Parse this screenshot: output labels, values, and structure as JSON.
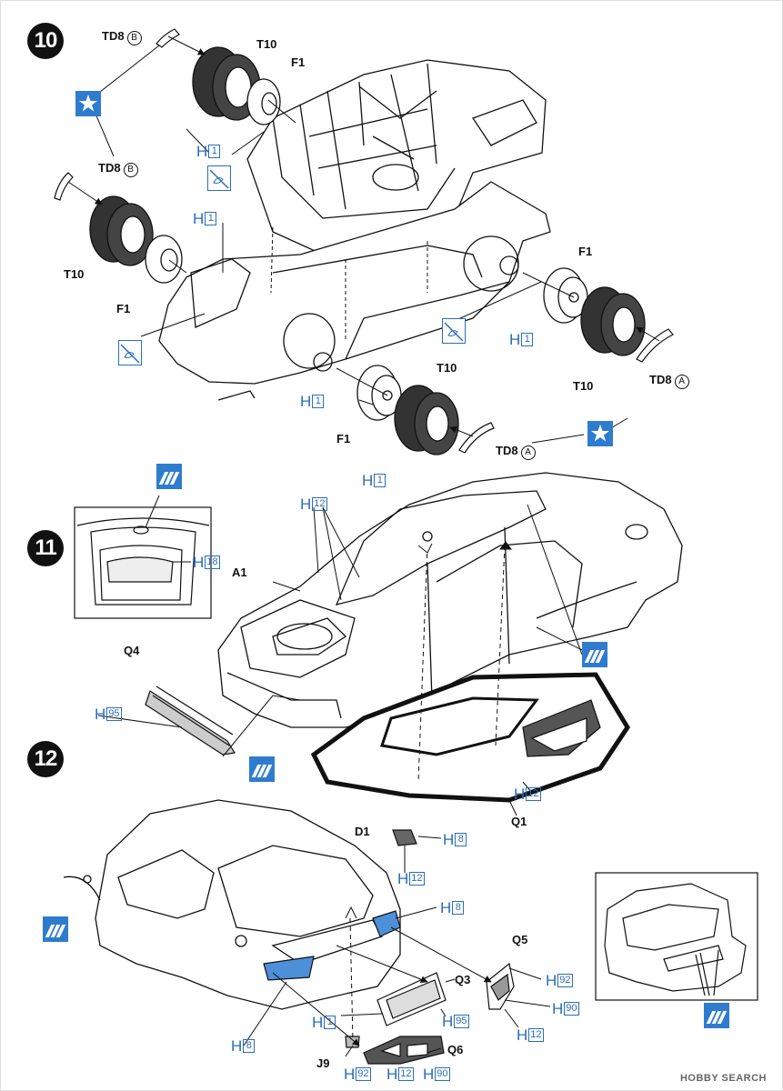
{
  "steps": [
    "10",
    "11",
    "12"
  ],
  "step10": {
    "parts": {
      "td8b_top": {
        "name": "TD8",
        "mark": "B"
      },
      "td8b_left": {
        "name": "TD8",
        "mark": "B"
      },
      "t10_top": "T10",
      "f1_top": "F1",
      "t10_left": "T10",
      "f1_left": "F1",
      "f1_right": "F1",
      "t10_right": "T10",
      "td8a_right": {
        "name": "TD8",
        "mark": "A"
      },
      "t10_bottom": "T10",
      "f1_bottom": "F1",
      "td8a_bottom": {
        "name": "TD8",
        "mark": "A"
      }
    },
    "paints": [
      {
        "letter": "H",
        "code": "1"
      },
      {
        "letter": "H",
        "code": "1"
      },
      {
        "letter": "H",
        "code": "1"
      },
      {
        "letter": "H",
        "code": "1"
      }
    ]
  },
  "step11": {
    "parts": {
      "a1": "A1",
      "q4": "Q4",
      "q1": "Q1"
    },
    "paints": [
      {
        "letter": "H",
        "code": "1"
      },
      {
        "letter": "H",
        "code": "12"
      },
      {
        "letter": "H",
        "code": "18"
      },
      {
        "letter": "H",
        "code": "95"
      },
      {
        "letter": "H",
        "code": "12"
      }
    ]
  },
  "step12": {
    "parts": {
      "d1": "D1",
      "q5": "Q5",
      "q3": "Q3",
      "q6": "Q6",
      "j9": "J9"
    },
    "paints": [
      {
        "letter": "H",
        "code": "8"
      },
      {
        "letter": "H",
        "code": "12"
      },
      {
        "letter": "H",
        "code": "8"
      },
      {
        "letter": "H",
        "code": "92"
      },
      {
        "letter": "H",
        "code": "90"
      },
      {
        "letter": "H",
        "code": "12"
      },
      {
        "letter": "H",
        "code": "95"
      },
      {
        "letter": "H",
        "code": "1"
      },
      {
        "letter": "H",
        "code": "8"
      },
      {
        "letter": "H",
        "code": "92"
      },
      {
        "letter": "H",
        "code": "12"
      },
      {
        "letter": "H",
        "code": "90"
      }
    ]
  },
  "watermark": "HOBBY SEARCH",
  "colors": {
    "paint_blue": "#2a6ebd",
    "decal_blue": "#2f7ccf",
    "line": "#111111"
  }
}
